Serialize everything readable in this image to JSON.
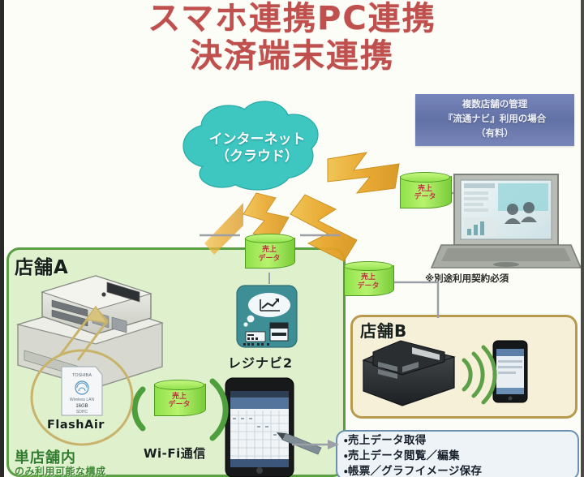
{
  "title": {
    "line1": "スマホ連携PC連携",
    "line2": "決済端末連携",
    "color": "#c0504d"
  },
  "banner": {
    "line1": "複数店舗の管理",
    "line2": "『流通ナビ』利用の場合",
    "line3": "（有料）",
    "bg_color": "#5c6ca5",
    "text_color": "#eef0fa"
  },
  "cloud": {
    "label_line1": "インターネット",
    "label_line2": "（クラウド）",
    "fill_color": "#3fc6c0",
    "text_color": "#ffffff"
  },
  "store_a": {
    "title": "店舗A",
    "border_color": "#5b9e43",
    "bg_color": "#dff0cd",
    "app_label": "レジナビ2",
    "wifi_label": "Wi-Fi通信",
    "flashair_label": "FlashAir",
    "flashair_card": {
      "brand": "Toshiba",
      "capacity": "16GB",
      "spec": "Wireless LAN",
      "sub": "SDHC"
    },
    "scope_label": "単店舗内",
    "scope_sub": "のみ利用可能な構成"
  },
  "store_b": {
    "title": "店舗B",
    "border_color": "#b79a4e",
    "bg_color": "#f7f0d8"
  },
  "pc": {
    "note": "※別途利用契約必須"
  },
  "databases": [
    {
      "name": "db-cloud-to-storeA",
      "line1": "売上",
      "line2": "データ"
    },
    {
      "name": "db-cloud-to-storeB",
      "line1": "売上",
      "line2": "データ"
    },
    {
      "name": "db-cloud-to-pc",
      "line1": "売上",
      "line2": "データ"
    },
    {
      "name": "db-wifi-local",
      "line1": "売上",
      "line2": "データ"
    }
  ],
  "bullets": {
    "item1": "・売上データ取得",
    "item2": "・売上データ閲覧／編集",
    "item3": "・帳票／グラフイメージ保存"
  },
  "colors": {
    "background": "#fdfdf7",
    "arrow": "#e8a62b",
    "db_green": "#8fe14a",
    "wifi_green": "#4f9e3e",
    "app_teal": "#3e8f95"
  }
}
